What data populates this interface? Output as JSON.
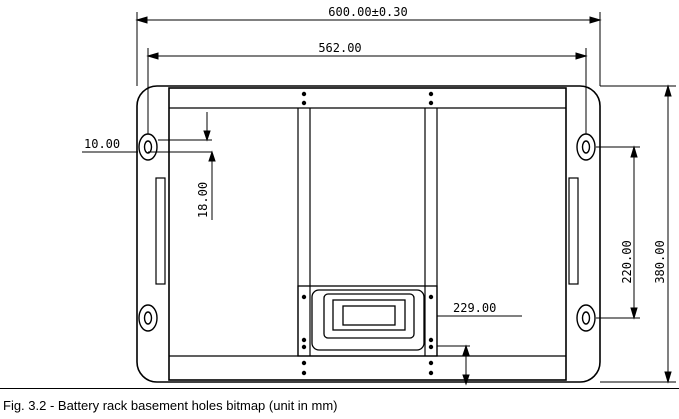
{
  "dimensions": {
    "overall_width": "600.00±0.30",
    "hole_spacing_width": "562.00",
    "edge_offset": "10.00",
    "hole_drop": "18.00",
    "hole_vertical_spacing": "220.00",
    "overall_height": "380.00",
    "lower_offset": "229.00"
  },
  "caption": "Fig. 3.2 - Battery rack basement holes bitmap (unit in mm)",
  "colors": {
    "line": "#000000",
    "background": "#ffffff"
  },
  "icons": [
    "mounting-hole-icon"
  ]
}
